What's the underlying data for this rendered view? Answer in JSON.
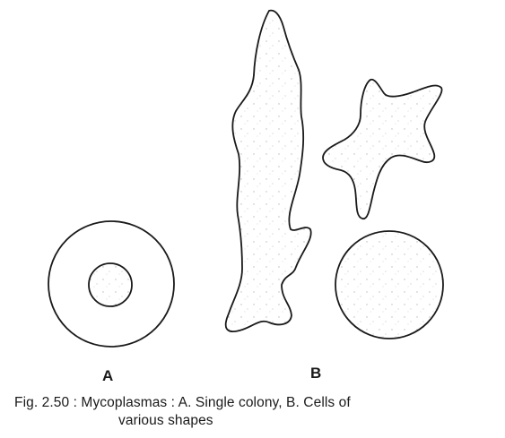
{
  "figure": {
    "panels": [
      {
        "label": "A",
        "description_key": "single-colony"
      },
      {
        "label": "B",
        "description_key": "cells-various-shapes"
      }
    ],
    "caption": {
      "line1": "Fig. 2.50 : Mycoplasmas : A. Single colony, B. Cells of",
      "line2": "various shapes"
    }
  },
  "colors": {
    "stroke": "#1a1a1a",
    "background": "#ffffff",
    "stipple": "#b9b9b9"
  }
}
